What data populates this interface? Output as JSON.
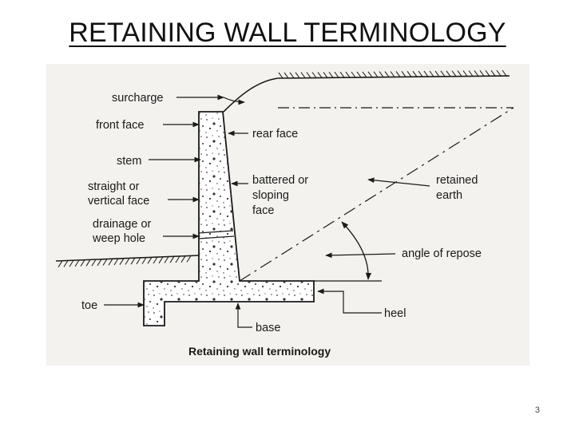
{
  "slide": {
    "title": "RETAINING WALL TERMINOLOGY",
    "page_number": "3"
  },
  "diagram": {
    "caption": "Retaining wall terminology",
    "labels": {
      "surcharge": "surcharge",
      "front_face": "front face",
      "stem": "stem",
      "straight_1": "straight or",
      "straight_2": "vertical face",
      "drainage_1": "drainage or",
      "drainage_2": "weep hole",
      "toe": "toe",
      "rear_face": "rear face",
      "battered_1": "battered or",
      "battered_2": "sloping",
      "battered_3": "face",
      "retained_1": "retained",
      "retained_2": "earth",
      "angle_of_repose": "angle of repose",
      "heel": "heel",
      "base": "base"
    }
  }
}
